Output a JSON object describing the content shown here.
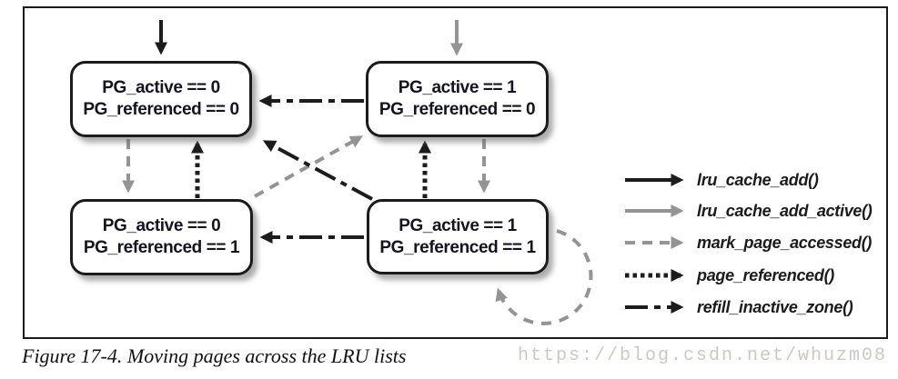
{
  "figure": {
    "caption": "Figure 17-4. Moving pages across the LRU lists",
    "watermark": "https://blog.csdn.net/whuzm08"
  },
  "states": [
    {
      "name": "inactive-unreferenced",
      "line1": "PG_active == 0",
      "line2": "PG_referenced == 0"
    },
    {
      "name": "active-unreferenced",
      "line1": "PG_active == 1",
      "line2": "PG_referenced == 0"
    },
    {
      "name": "inactive-referenced",
      "line1": "PG_active == 0",
      "line2": "PG_referenced == 1"
    },
    {
      "name": "active-referenced",
      "line1": "PG_active == 1",
      "line2": "PG_referenced == 1"
    }
  ],
  "legend": {
    "items": [
      {
        "label": "lru_cache_add()",
        "style": "solid",
        "color": "#1c1c1c"
      },
      {
        "label": "lru_cache_add_active()",
        "style": "solid",
        "color": "#949494"
      },
      {
        "label": "mark_page_accessed()",
        "style": "dashed",
        "color": "#949494"
      },
      {
        "label": "page_referenced()",
        "style": "dotted",
        "color": "#1c1c1c"
      },
      {
        "label": "refill_inactive_zone()",
        "style": "dash-dot",
        "color": "#1c1c1c"
      }
    ]
  },
  "transitions": [
    {
      "function": "lru_cache_add",
      "from": "external",
      "to": "inactive-unreferenced"
    },
    {
      "function": "lru_cache_add_active",
      "from": "external",
      "to": "active-unreferenced"
    },
    {
      "function": "mark_page_accessed",
      "from": "inactive-unreferenced",
      "to": "inactive-referenced"
    },
    {
      "function": "mark_page_accessed",
      "from": "inactive-referenced",
      "to": "active-unreferenced"
    },
    {
      "function": "mark_page_accessed",
      "from": "active-unreferenced",
      "to": "active-referenced"
    },
    {
      "function": "mark_page_accessed",
      "from": "active-referenced",
      "to": "active-referenced"
    },
    {
      "function": "page_referenced",
      "from": "inactive-referenced",
      "to": "inactive-unreferenced"
    },
    {
      "function": "page_referenced",
      "from": "active-referenced",
      "to": "active-unreferenced"
    },
    {
      "function": "refill_inactive_zone",
      "from": "active-unreferenced",
      "to": "inactive-unreferenced"
    },
    {
      "function": "refill_inactive_zone",
      "from": "active-referenced",
      "to": "inactive-referenced"
    },
    {
      "function": "refill_inactive_zone",
      "from": "active-referenced",
      "to": "inactive-unreferenced"
    }
  ],
  "colors": {
    "line_black": "#1c1c1c",
    "line_gray": "#949494",
    "watermark": "#ccc9c1"
  }
}
